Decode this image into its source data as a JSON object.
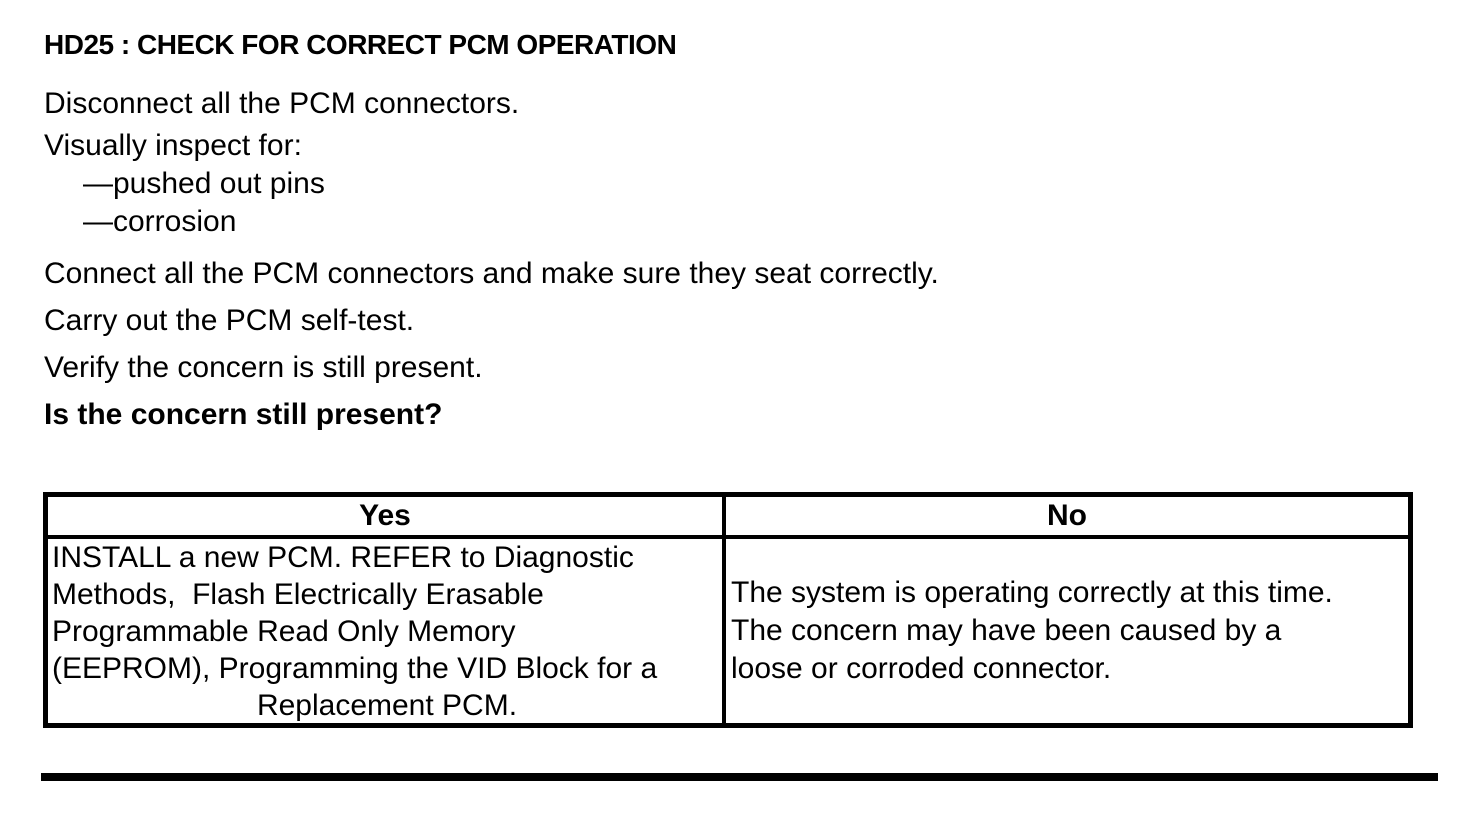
{
  "doc": {
    "title": "HD25 : CHECK FOR CORRECT PCM OPERATION",
    "step_disconnect": "Disconnect all the PCM connectors.",
    "inspect_heading": "Visually inspect for:",
    "inspect_items": [
      "—pushed out pins",
      "—corrosion"
    ],
    "step_connect": "Connect all the PCM connectors and make sure they seat correctly.",
    "step_selftest": "Carry out the PCM self-test.",
    "step_verify": "Verify the concern is still present.",
    "question": "Is the concern still present?"
  },
  "table": {
    "header_yes": "Yes",
    "header_no": "No",
    "yes_lines": [
      "INSTALL a new PCM. REFER to Diagnostic",
      "Methods,  Flash Electrically Erasable",
      "Programmable Read Only Memory",
      "(EEPROM), Programming the VID Block for a",
      "Replacement PCM."
    ],
    "no_lines": [
      "The system is operating correctly at this time.",
      "The concern may have been caused by a",
      "loose or corroded connector."
    ]
  },
  "colors": {
    "text": "#000000",
    "background": "#ffffff",
    "rule": "#000000"
  }
}
